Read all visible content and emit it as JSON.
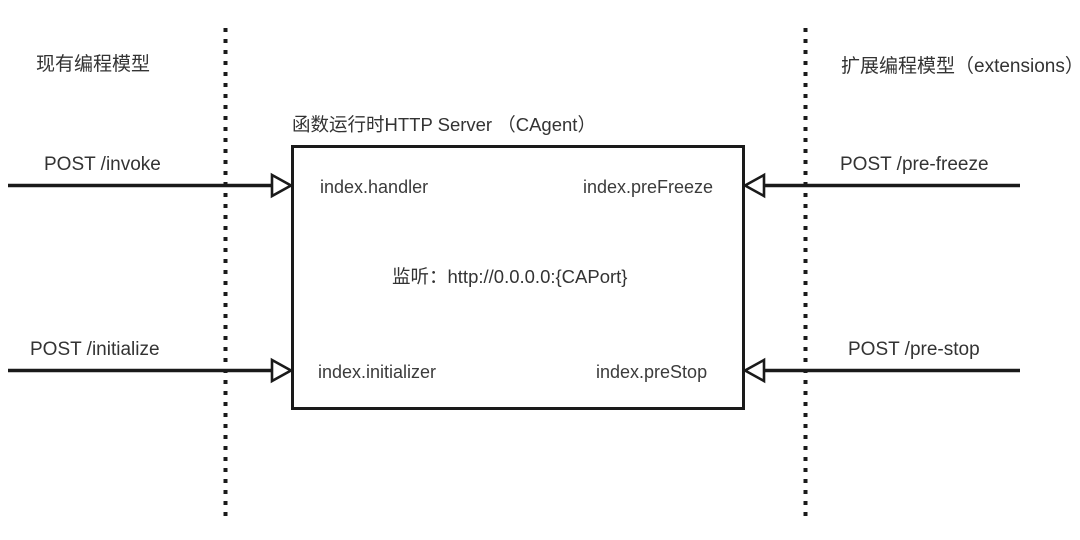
{
  "diagram": {
    "title_left_zone": "现有编程模型",
    "title_right_zone": "扩展编程模型（extensions）",
    "box": {
      "title": "函数运行时HTTP Server （CAgent）",
      "listen": "监听：http://0.0.0.0:{CAPort}",
      "hooks": {
        "top_left": "index.handler",
        "top_right": "index.preFreeze",
        "bottom_left": "index.initializer",
        "bottom_right": "index.preStop"
      }
    },
    "arrows": {
      "left_top": "POST /invoke",
      "left_bottom": "POST /initialize",
      "right_top": "POST /pre-freeze",
      "right_bottom": "POST /pre-stop"
    },
    "colors": {
      "stroke": "#1a1a1a",
      "text": "#333333",
      "background": "#ffffff",
      "divider": "#1a1a1a"
    }
  }
}
